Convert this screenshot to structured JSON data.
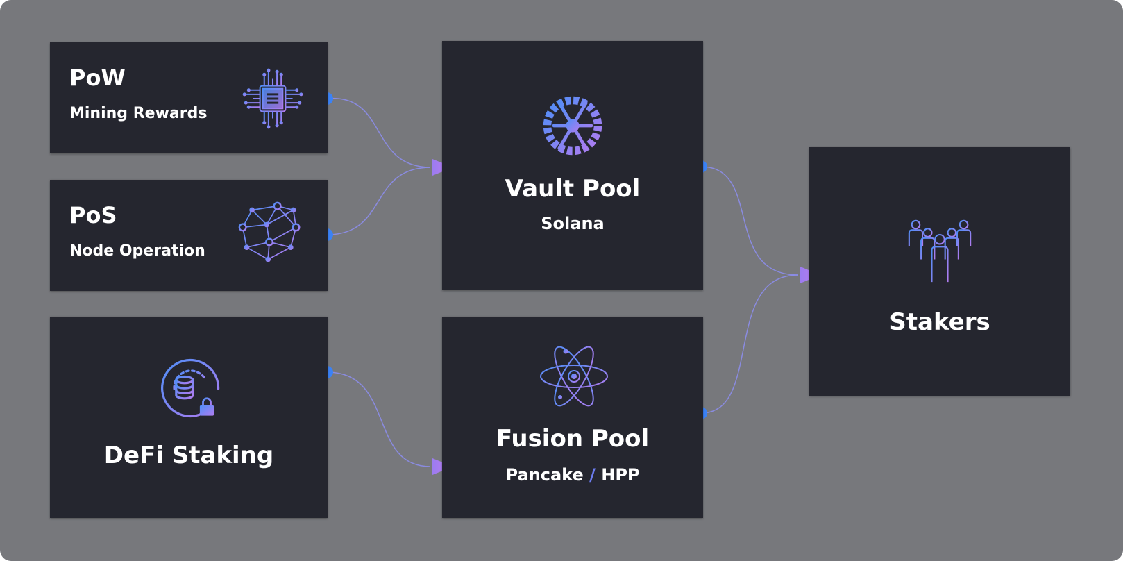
{
  "colors": {
    "background": "#77787c",
    "card": "#25262f",
    "text": "#ffffff",
    "connector_dot": "#3b82f6",
    "arrow_head": "#b57cf0",
    "wire": "#8d8ef2",
    "icon_gradient_start": "#4f8ef7",
    "icon_gradient_end": "#b07cf0"
  },
  "nodes": {
    "pow": {
      "title": "PoW",
      "subtitle": "Mining Rewards",
      "icon": "cpu-chip-icon"
    },
    "pos": {
      "title": "PoS",
      "subtitle": "Node Operation",
      "icon": "network-nodes-icon"
    },
    "defi": {
      "title": "DeFi Staking",
      "icon": "locked-database-icon"
    },
    "vault": {
      "title": "Vault Pool",
      "subtitle": "Solana",
      "icon": "gear-wheel-icon"
    },
    "fusion": {
      "title": "Fusion Pool",
      "subtitle_a": "Pancake",
      "subtitle_sep": "/",
      "subtitle_b": "HPP",
      "icon": "atom-icon"
    },
    "stakers": {
      "title": "Stakers",
      "icon": "people-group-icon"
    }
  },
  "edges": [
    {
      "from": "PoW",
      "to": "Vault Pool"
    },
    {
      "from": "PoS",
      "to": "Vault Pool"
    },
    {
      "from": "DeFi Staking",
      "to": "Fusion Pool"
    },
    {
      "from": "Vault Pool",
      "to": "Stakers"
    },
    {
      "from": "Fusion Pool",
      "to": "Stakers"
    }
  ]
}
